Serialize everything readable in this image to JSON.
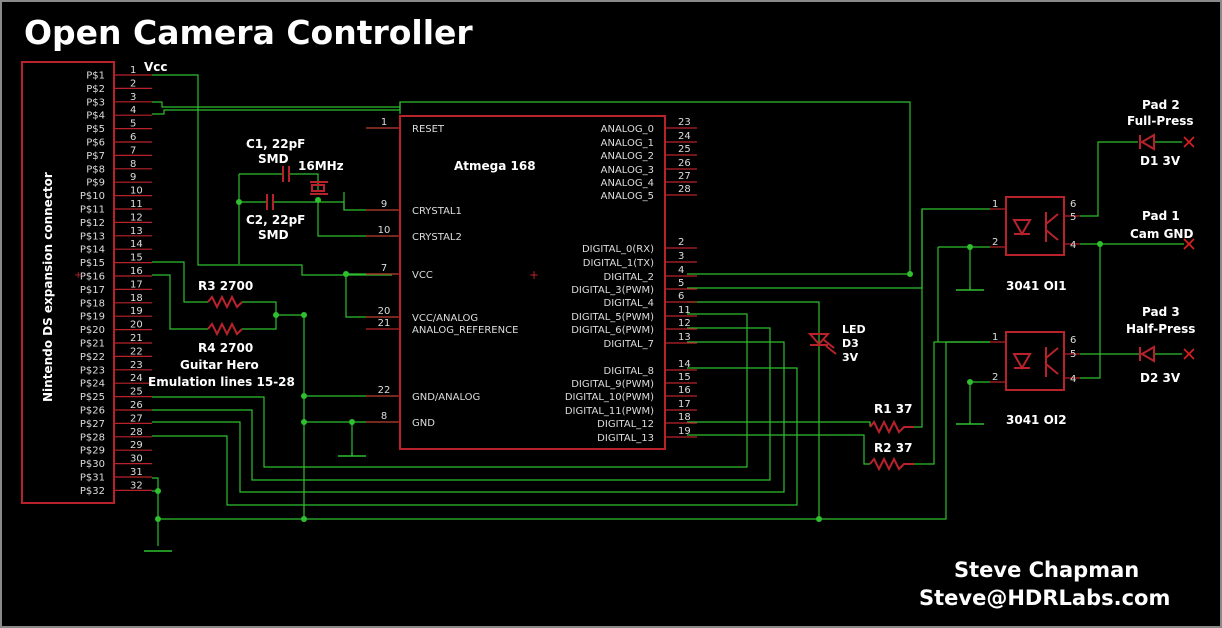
{
  "title": "Open Camera Controller",
  "author": {
    "name": "Steve Chapman",
    "email": "Steve@HDRLabs.com"
  },
  "connector": {
    "label": "Nintendo DS  expansion connector",
    "pins": [
      "P$1",
      "P$2",
      "P$3",
      "P$4",
      "P$5",
      "P$6",
      "P$7",
      "P$8",
      "P$9",
      "P$10",
      "P$11",
      "P$12",
      "P$13",
      "P$14",
      "P$15",
      "P$16",
      "P$17",
      "P$18",
      "P$19",
      "P$20",
      "P$21",
      "P$22",
      "P$23",
      "P$24",
      "P$25",
      "P$26",
      "P$27",
      "P$28",
      "P$29",
      "P$30",
      "P$31",
      "P$32"
    ],
    "numbers": [
      "1",
      "2",
      "3",
      "4",
      "5",
      "6",
      "7",
      "8",
      "9",
      "10",
      "11",
      "12",
      "13",
      "14",
      "15",
      "16",
      "17",
      "18",
      "19",
      "20",
      "21",
      "22",
      "23",
      "24",
      "25",
      "26",
      "27",
      "28",
      "29",
      "30",
      "31",
      "32"
    ]
  },
  "vcc_label": "Vcc",
  "caps": {
    "c1": "C1, 22pF",
    "c1_sub": "SMD",
    "c2": "C2, 22pF",
    "c2_sub": "SMD",
    "crystal": "16MHz"
  },
  "resistors": {
    "r3": "R3 2700",
    "r4": "R4 2700",
    "r1": "R1 37",
    "r2": "R2 37"
  },
  "guitar_note": {
    "line1": "Guitar Hero",
    "line2": "Emulation lines 15-28"
  },
  "mcu": {
    "name": "Atmega 168",
    "left_pins": [
      {
        "num": "1",
        "name": "RESET"
      },
      {
        "num": "9",
        "name": "CRYSTAL1"
      },
      {
        "num": "10",
        "name": "CRYSTAL2"
      },
      {
        "num": "7",
        "name": "VCC"
      },
      {
        "num": "20",
        "name": "VCC/ANALOG"
      },
      {
        "num": "21",
        "name": "ANALOG_REFERENCE"
      },
      {
        "num": "22",
        "name": "GND/ANALOG"
      },
      {
        "num": "8",
        "name": "GND"
      }
    ],
    "right_pins": [
      {
        "num": "23",
        "name": "ANALOG_0"
      },
      {
        "num": "24",
        "name": "ANALOG_1"
      },
      {
        "num": "25",
        "name": "ANALOG_2"
      },
      {
        "num": "26",
        "name": "ANALOG_3"
      },
      {
        "num": "27",
        "name": "ANALOG_4"
      },
      {
        "num": "28",
        "name": "ANALOG_5"
      },
      {
        "num": "2",
        "name": "DIGITAL_0(RX)"
      },
      {
        "num": "3",
        "name": "DIGITAL_1(TX)"
      },
      {
        "num": "4",
        "name": "DIGITAL_2"
      },
      {
        "num": "5",
        "name": "DIGITAL_3(PWM)"
      },
      {
        "num": "6",
        "name": "DIGITAL_4"
      },
      {
        "num": "11",
        "name": "DIGITAL_5(PWM)"
      },
      {
        "num": "12",
        "name": "DIGITAL_6(PWM)"
      },
      {
        "num": "13",
        "name": "DIGITAL_7"
      },
      {
        "num": "14",
        "name": "DIGITAL_8"
      },
      {
        "num": "15",
        "name": "DIGITAL_9(PWM)"
      },
      {
        "num": "16",
        "name": "DIGITAL_10(PWM)"
      },
      {
        "num": "17",
        "name": "DIGITAL_11(PWM)"
      },
      {
        "num": "18",
        "name": "DIGITAL_12"
      },
      {
        "num": "19",
        "name": "DIGITAL_13"
      }
    ]
  },
  "led": {
    "l1": "LED",
    "l2": "D3",
    "l3": "3V"
  },
  "opto": {
    "oi1": "3041 OI1",
    "oi2": "3041 OI2",
    "pins": {
      "p1": "1",
      "p2": "2",
      "p4": "4",
      "p5": "5",
      "p6": "6"
    }
  },
  "pads": {
    "pad2": {
      "l1": "Pad 2",
      "l2": "Full-Press"
    },
    "pad1": {
      "l1": "Pad 1",
      "l2": "Cam GND"
    },
    "pad3": {
      "l1": "Pad 3",
      "l2": "Half-Press"
    }
  },
  "diodes": {
    "d1": "D1  3V",
    "d2": "D2  3V"
  }
}
